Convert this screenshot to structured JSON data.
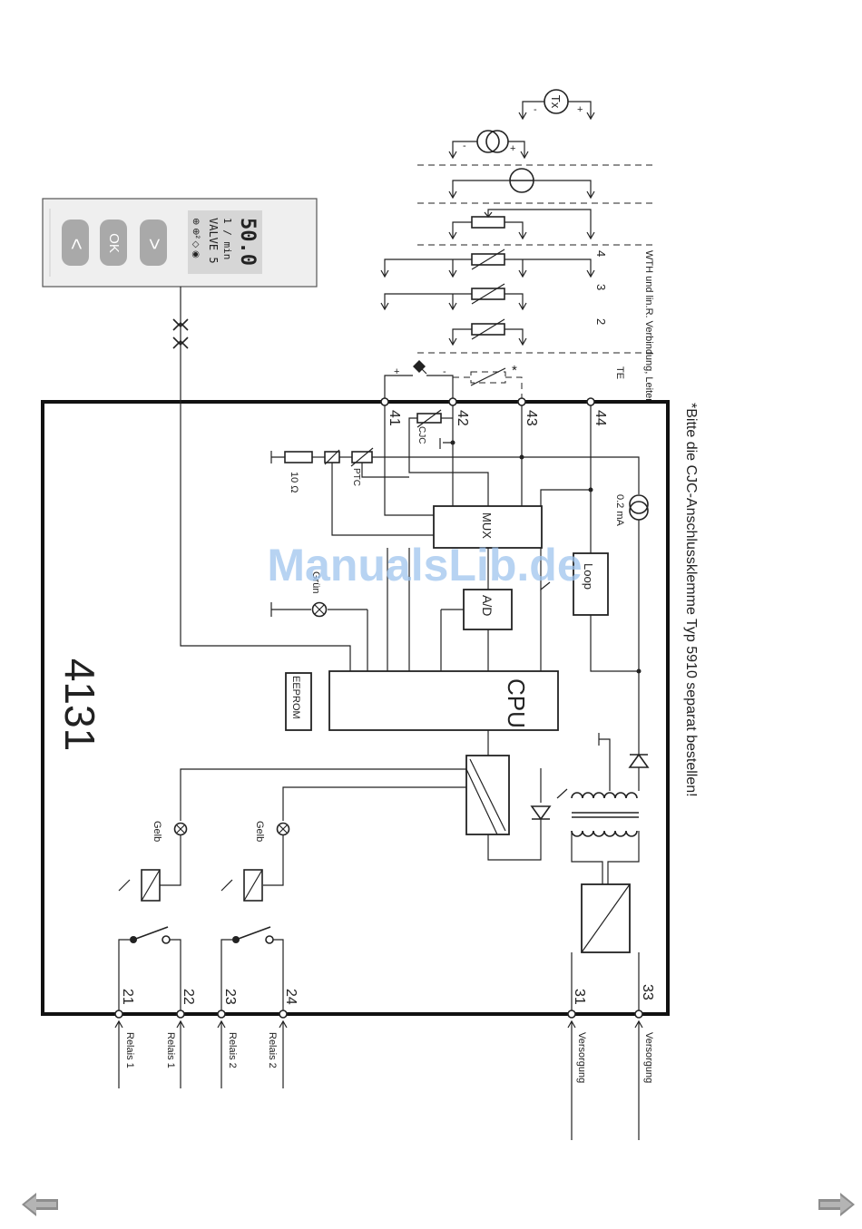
{
  "device": {
    "model_number": "4131",
    "display": {
      "value": "50.0",
      "unit": "1 / min",
      "tag": "VALVE 5",
      "buttons": {
        "back": "<",
        "ok": "OK",
        "forward": ">"
      }
    }
  },
  "blocks": {
    "cpu": "CPU",
    "mux": "MUX",
    "adc": "A/D",
    "eeprom": "EEPROM",
    "loop": "Loop",
    "cjc": "CJC",
    "ptc": "PTC",
    "resistor": "10 Ω",
    "current_source": "0.2 mA",
    "led_green": "Grün",
    "led_yellow_1": "Gelb",
    "led_yellow_2": "Gelb"
  },
  "terminals": {
    "t41": "41",
    "t42": "42",
    "t43": "43",
    "t44": "44",
    "t21": "21",
    "t22": "22",
    "t23": "23",
    "t24": "24",
    "t31": "31",
    "t33": "33"
  },
  "terminal_labels": {
    "relais_1a": "Relais 1",
    "relais_1b": "Relais 1",
    "relais_2a": "Relais 2",
    "relais_2b": "Relais 2",
    "versorgung_a": "Versorgung",
    "versorgung_b": "Versorgung"
  },
  "inputs": {
    "tx": "Tx",
    "plus": "+",
    "minus": "-",
    "star": "*",
    "wire_note": "WTH und lin.R. Verbindung, Leiter",
    "wire_4": "4",
    "wire_3": "3",
    "wire_2": "2",
    "te": "TE"
  },
  "note": "*Bitte die CJC-Anschlussklemme Typ 5910 separat bestellen!",
  "watermark": "ManualsLib.de"
}
